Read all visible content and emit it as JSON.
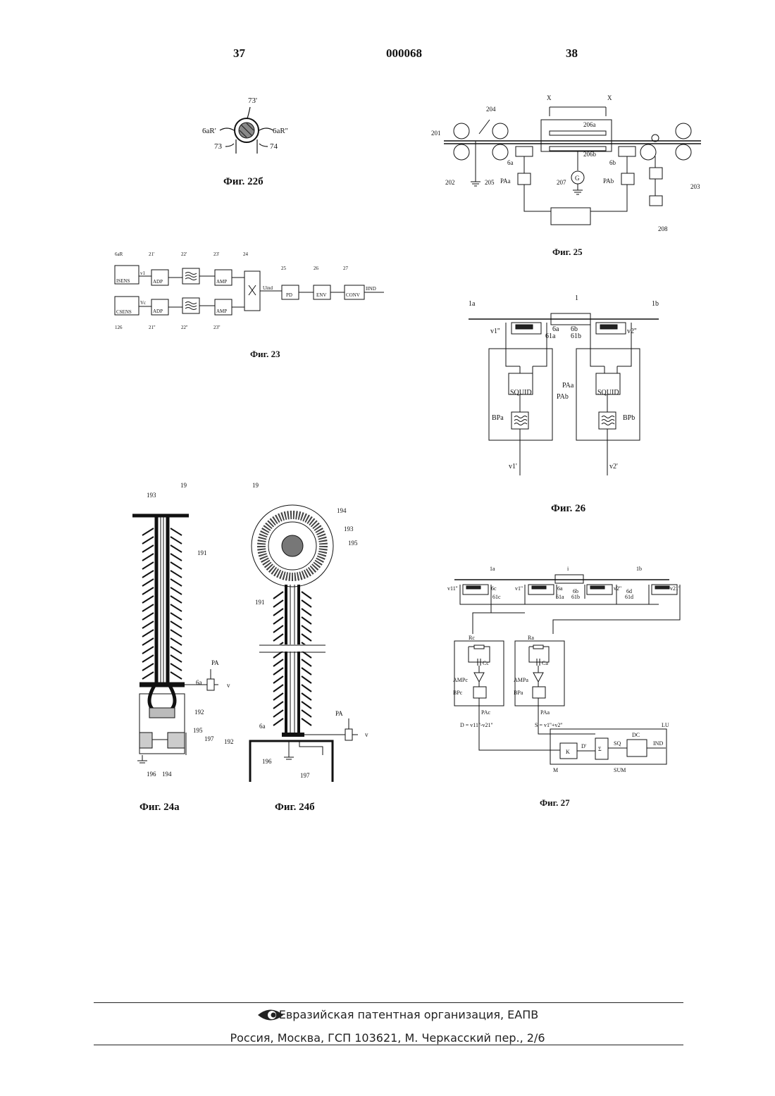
{
  "header": {
    "left_page": "37",
    "doc_number": "000068",
    "right_page": "38"
  },
  "figures": {
    "fig22b": {
      "caption": "Фиг. 22б",
      "labels": {
        "top": "73'",
        "left": "6aR'",
        "right": "6aR''",
        "bottom_left": "73",
        "bottom_right": "74"
      }
    },
    "fig23": {
      "caption": "Фиг. 23",
      "refs": {
        "r6aR": "6aR",
        "r21a": "21'",
        "r22a": "22'",
        "r23a": "23'",
        "r24": "24",
        "r25": "25",
        "r26": "26",
        "r27": "27",
        "r126": "126",
        "r21b": "21''",
        "r22b": "22''",
        "r23b": "23''"
      },
      "blocks": {
        "isens": "ISENS",
        "csens": "CSENS",
        "adp": "ADP",
        "amp": "AMP",
        "pd": "PD",
        "env": "ENV",
        "conv": "CONV",
        "mult": "×"
      },
      "signals": {
        "v1": "v1",
        "vc": "Vc",
        "uind": "Uind",
        "iind": "IIND"
      }
    },
    "fig24a": {
      "caption": "Фиг. 24а",
      "labels": {
        "l19": "19",
        "l193": "193",
        "l191": "191",
        "pa": "PA",
        "l6a": "6a",
        "v": "v",
        "l192": "192",
        "l195": "195",
        "l197": "197",
        "l196": "196",
        "l194": "194"
      }
    },
    "fig24b": {
      "caption": "Фиг. 24б",
      "labels": {
        "l19": "19",
        "l194": "194",
        "l193": "193",
        "l195": "195",
        "l191": "191",
        "pa": "PA",
        "l6a": "6a",
        "v": "v",
        "l192": "192",
        "l196": "196",
        "l197": "197"
      }
    },
    "fig25": {
      "caption": "Фиг. 25",
      "labels": {
        "x1": "X",
        "x2": "X",
        "l204": "204",
        "l206a": "206a",
        "l206b": "206b",
        "l201": "201",
        "l6a": "6a",
        "l6b": "6b",
        "l202": "202",
        "l205": "205",
        "paa": "PAa",
        "l207": "207",
        "g": "G",
        "pab": "PAb",
        "l203": "203",
        "l208": "208"
      }
    },
    "fig26": {
      "caption": "Фиг. 26",
      "labels": {
        "l1a": "1a",
        "l1": "1",
        "l1b": "1b",
        "v1": "v1''",
        "v2": "v2''",
        "l6a": "6a",
        "l6b": "6b",
        "l61a": "61a",
        "l61b": "61b",
        "paa": "PAa",
        "pab": "PAb",
        "squid_a": "SQUID",
        "squid_b": "SQUID",
        "bpa": "BPa",
        "bpb": "BPb",
        "out1": "v1'",
        "out2": "v2'"
      }
    },
    "fig27": {
      "caption": "Фиг. 27",
      "labels": {
        "l1a": "1a",
        "li": "i",
        "l1b": "1b",
        "v11": "v11''",
        "v1": "v1''",
        "v2": "v2''",
        "v21": "v21''",
        "l6c": "6c",
        "l61c": "61c",
        "l6a": "6a",
        "l61a": "61a",
        "l6b": "6b",
        "l61b": "61b",
        "l6d": "6d",
        "l61d": "61d",
        "rc": "Rc",
        "cc": "Cc",
        "ra": "Ra",
        "ca": "Ca",
        "ampc": "AMPc",
        "bpc": "BPc",
        "ampa": "AMPa",
        "bpa": "BPa",
        "pac": "PAc",
        "paa": "PAa",
        "d_eq": "D = v11''-v21''",
        "s_eq": "S = v1''+v2''",
        "lu": "LU",
        "dc": "DC",
        "k": "K",
        "dprime": "D'",
        "sigma": "Σ",
        "sq": "SQ",
        "ind": "IND",
        "m": "M",
        "sum": "SUM"
      }
    }
  },
  "footer": {
    "org": "Евразийская патентная организация, ЕАПВ",
    "address": "Россия, Москва, ГСП 103621, М. Черкасский пер., 2/6",
    "logo_icon": "eapo-eye-logo-icon"
  }
}
